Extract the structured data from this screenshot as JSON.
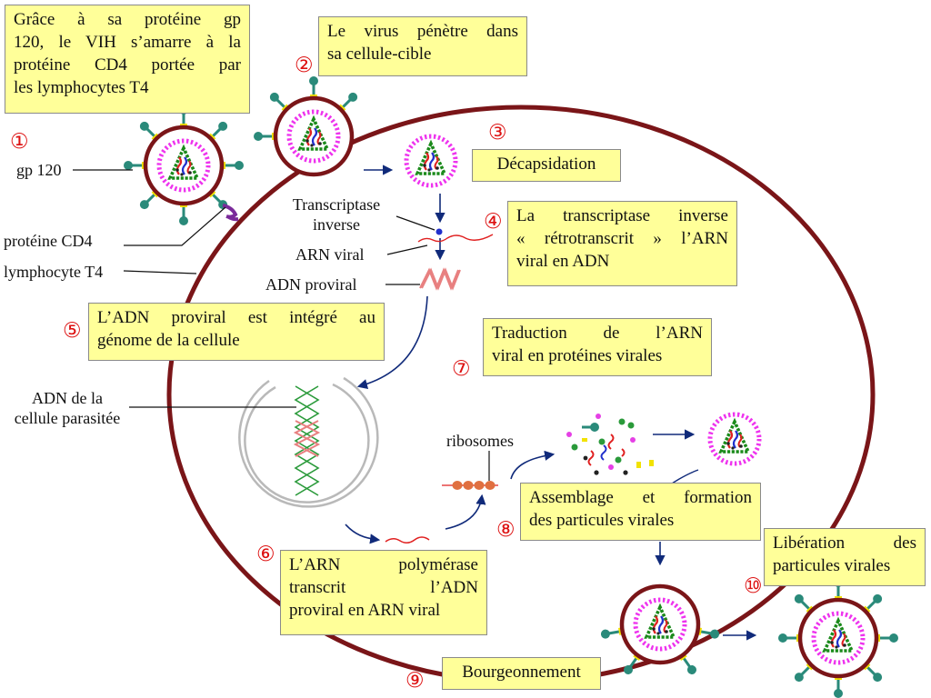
{
  "boxes": {
    "b1": [
      "Grâce à sa protéine gp",
      "120, le VIH s’amarre à la",
      "protéine CD4 portée par",
      "les lymphocytes T4"
    ],
    "b2": [
      "Le virus pénètre dans",
      "sa cellule-cible"
    ],
    "b3": "Décapsidation",
    "b4": [
      "La transcriptase inverse",
      "« rétrotranscrit » l’ARN",
      "viral en ADN"
    ],
    "b5": [
      "L’ADN proviral est intégré au",
      "génome de la cellule"
    ],
    "b6": [
      "L’ARN polymérase",
      "transcrit l’ADN",
      "proviral en ARN viral"
    ],
    "b7": [
      "Traduction de l’ARN",
      "viral en protéines virales"
    ],
    "b8": [
      "Assemblage et formation",
      "des particules virales"
    ],
    "b9": "Bourgeonnement",
    "b10": [
      "Libération des",
      "particules virales"
    ]
  },
  "step_numbers": [
    "①",
    "②",
    "③",
    "④",
    "⑤",
    "⑥",
    "⑦",
    "⑧",
    "⑨",
    "⑩"
  ],
  "labels": {
    "gp120": "gp 120",
    "cd4": "protéine CD4",
    "lymphocyte": "lymphocyte T4",
    "transcriptase_line1": "Transcriptase",
    "transcriptase_line2": "inverse",
    "arn_viral": "ARN viral",
    "adn_proviral": "ADN proviral",
    "adn_cell_line1": "ADN de la",
    "adn_cell_line2": "cellule parasitée",
    "ribosomes": "ribosomes"
  },
  "colors": {
    "cell_membrane": "#7a1518",
    "capsid": "#e540e5",
    "core": "#1a8a1a",
    "spike_stem": "#2a8a7a",
    "spike_base": "#f2e200",
    "rna": "#e02020",
    "arrow": "#102a7a",
    "box_fill": "#ffff99"
  },
  "icons": [
    "hiv-virion-icon",
    "viral-rna-icon",
    "dna-helix-icon",
    "ribosome-icon"
  ]
}
